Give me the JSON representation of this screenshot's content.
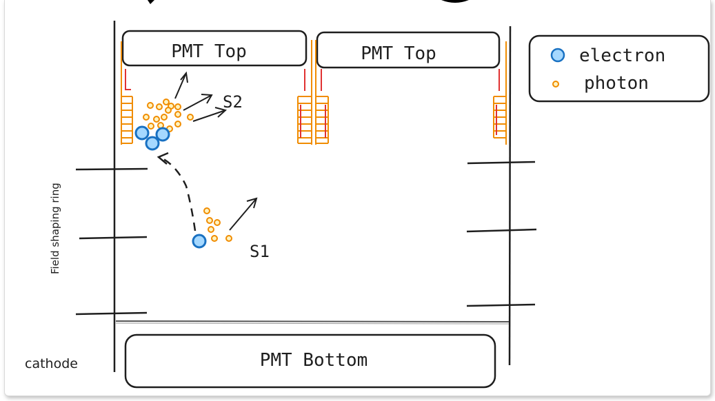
{
  "labels": {
    "pmt_top_left": "PMT Top",
    "pmt_top_right": "PMT Top",
    "pmt_bottom": "PMT Bottom",
    "s1": "S1",
    "s2": "S2",
    "field_shaping_ring": "Field shaping ring",
    "cathode": "cathode"
  },
  "legend": {
    "items": [
      {
        "label": "electron",
        "icon": "electron-icon",
        "color": "#a5d8ff"
      },
      {
        "label": "photon",
        "icon": "photon-icon",
        "color": "#ffec99"
      }
    ]
  },
  "colors": {
    "electron_fill": "#a5d8ff",
    "electron_stroke": "#1971c2",
    "photon_fill": "#fff3bf",
    "photon_stroke": "#f08c00",
    "electrode_orange": "#f08c00",
    "electrode_red": "#e03131",
    "line": "#1e1e1e"
  }
}
